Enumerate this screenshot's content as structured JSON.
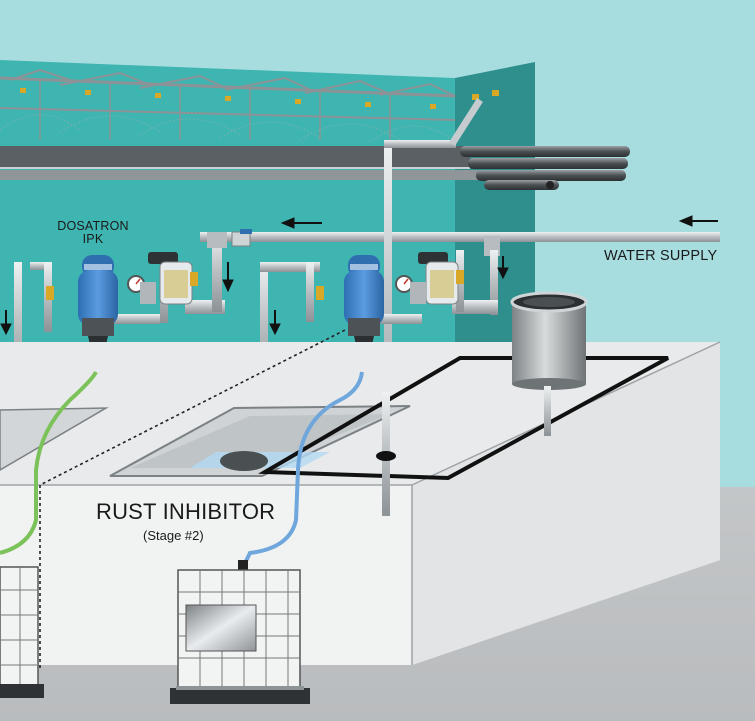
{
  "labels": {
    "pump_line1": "DOSATRON",
    "pump_line2": "IPK",
    "water_supply": "WATER SUPPLY",
    "tank_name": "RUST INHIBITOR",
    "tank_stage": "(Stage #2)"
  },
  "icons": {
    "flow_arrows": "arrow-icon",
    "pumps": "dosatron-pump-icon",
    "filters": "filter-icon",
    "gauges": "pressure-gauge-icon",
    "containers": "ibc-tote-icon",
    "drum": "drum-icon"
  },
  "colors": {
    "back_wall": "#a8dde0",
    "booth_panel": "#3fb5b1",
    "tank_body": "#eeeeee",
    "pump_blue": "#3f82c7",
    "hose_green": "#7cc25a",
    "hose_blue": "#6fa6dc",
    "pipe_gray": "#cfd4d6",
    "floor": "#c9ccce"
  }
}
